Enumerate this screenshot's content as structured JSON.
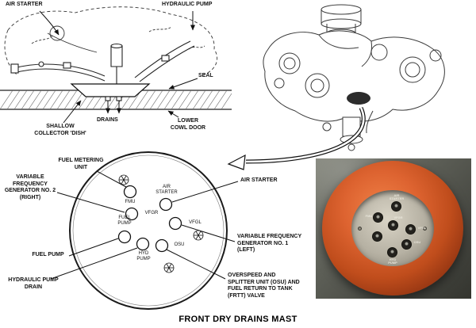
{
  "caption": "FRONT DRY DRAINS MAST",
  "cutaway": {
    "air_starter": "AIR STARTER",
    "hydraulic_pump": "HYDRAULIC PUMP",
    "seal": "SEAL",
    "drains": "DRAINS",
    "shallow_collector": "SHALLOW\nCOLLECTOR 'DISH'",
    "lower_cowl_door": "LOWER\nCOWL DOOR"
  },
  "mast": {
    "ports": {
      "fmu": "FMU",
      "air_starter": "AIR\nSTARTER",
      "vfgr": "VFGR",
      "vfgl": "VFGL",
      "fuel_pump": "FUEL\nPUMP",
      "osu": "OSU",
      "hyd_pump": "HYD\nPUMP"
    },
    "callouts": {
      "fuel_metering_unit": "FUEL METERING\nUNIT",
      "vfg2": "VARIABLE\nFREQUENCY\nGENERATOR NO. 2\n(RIGHT)",
      "air_starter": "AIR STARTER",
      "fuel_pump": "FUEL PUMP",
      "vfg1": "VARIABLE FREQUENCY\nGENERATOR NO. 1\n(LEFT)",
      "hydraulic_pump_drain": "HYDRAULIC PUMP\nDRAIN",
      "osu_frtt": "OVERSPEED AND\nSPLITTER UNIT (OSU) AND\nFUEL RETURN TO TANK\n(FRTT) VALVE"
    }
  },
  "photo": {
    "ring_color": "#c94f22",
    "plate_color": "#c9c4b6"
  }
}
